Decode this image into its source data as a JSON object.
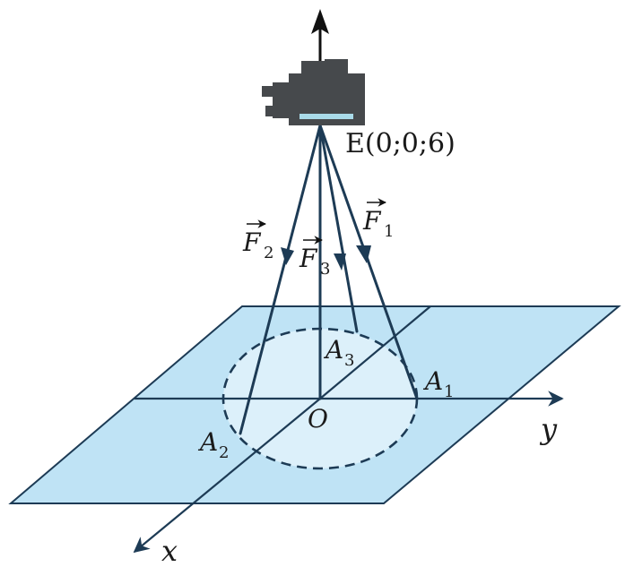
{
  "labels": {
    "camera_point": "E(0;0;6)",
    "origin": "O",
    "axis_x": "x",
    "axis_y": "y",
    "force_1": {
      "letter": "F",
      "sub": "1"
    },
    "force_2": {
      "letter": "F",
      "sub": "2"
    },
    "force_3": {
      "letter": "F",
      "sub": "3"
    },
    "point_1": {
      "letter": "A",
      "sub": "1"
    },
    "point_2": {
      "letter": "A",
      "sub": "2"
    },
    "point_3": {
      "letter": "A",
      "sub": "3"
    }
  },
  "colors": {
    "plane_fill": "#bfe3f5",
    "plane_stroke": "#1d3b55",
    "disk_fill": "#dcf0fa",
    "line": "#1d3b55",
    "camera_body": "#46494c",
    "camera_lens": "#a9dbe9"
  },
  "icons": {
    "camera": "video-camera-icon",
    "up_arrow": "up-arrow-icon"
  }
}
